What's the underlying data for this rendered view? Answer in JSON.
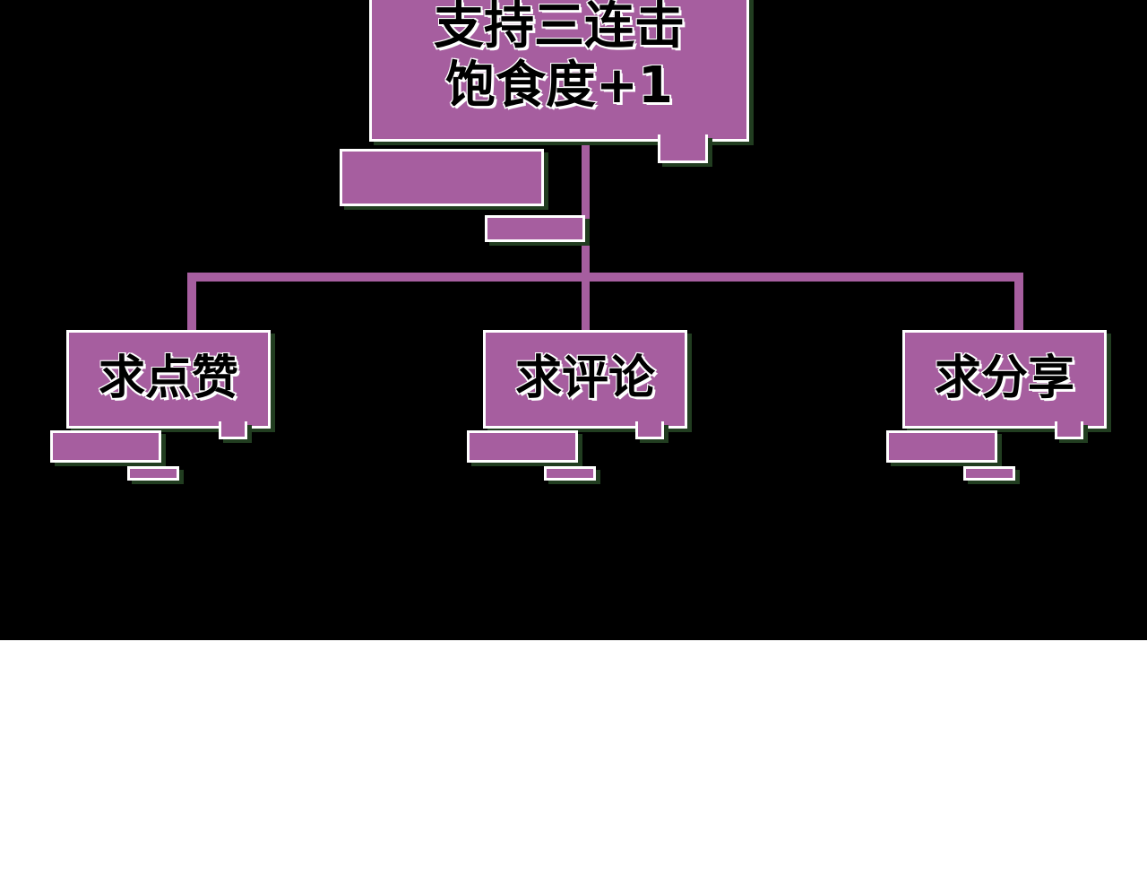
{
  "diagram": {
    "top_node": {
      "line1": "支持三连击",
      "line2": "饱食度+1"
    },
    "children": [
      {
        "label": "求点赞"
      },
      {
        "label": "求评论"
      },
      {
        "label": "求分享"
      }
    ],
    "colors": {
      "box_fill": "#a65e9f",
      "box_border": "#ffffff",
      "shadow": "#213d20",
      "background": "#000000",
      "connector": "#a65e9f",
      "text": "#000000"
    }
  }
}
